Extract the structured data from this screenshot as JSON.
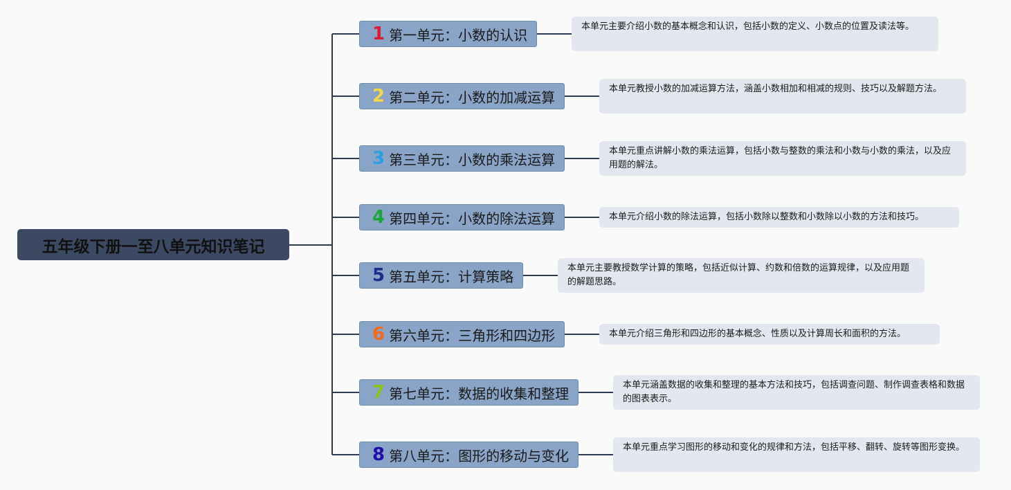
{
  "root": {
    "title": "五年级下册一至八单元知识笔记"
  },
  "colors": {
    "root_bg": "#3b4a62",
    "unit_bg": "#89a4c7",
    "desc_bg": "#e3e8f0",
    "connector": "#2e3a50"
  },
  "units": [
    {
      "number": "1",
      "number_color": "#d81e3a",
      "title": "第一单元：小数的认识",
      "description": "本单元主要介绍小数的基本概念和认识，包括小数的定义、小数点的位置及读法等。"
    },
    {
      "number": "2",
      "number_color": "#f2d64b",
      "title": "第二单元：小数的加减运算",
      "description": "本单元教授小数的加减运算方法，涵盖小数相加和相减的规则、技巧以及解题方法。"
    },
    {
      "number": "3",
      "number_color": "#2a9fe0",
      "title": "第三单元：小数的乘法运算",
      "description": "本单元重点讲解小数的乘法运算，包括小数与整数的乘法和小数与小数的乘法，以及应用题的解法。"
    },
    {
      "number": "4",
      "number_color": "#1ea53a",
      "title": "第四单元：小数的除法运算",
      "description": "本单元介绍小数的除法运算，包括小数除以整数和小数除以小数的方法和技巧。"
    },
    {
      "number": "5",
      "number_color": "#1a2f8a",
      "title": "第五单元：计算策略",
      "description": "本单元主要教授数学计算的策略，包括近似计算、约数和倍数的运算规律，以及应用题的解题思路。"
    },
    {
      "number": "6",
      "number_color": "#f26a1b",
      "title": "第六单元：三角形和四边形",
      "description": "本单元介绍三角形和四边形的基本概念、性质以及计算周长和面积的方法。"
    },
    {
      "number": "7",
      "number_color": "#8cc21f",
      "title": "第七单元：数据的收集和整理",
      "description": "本单元涵盖数据的收集和整理的基本方法和技巧，包括调查问题、制作调查表格和数据的图表表示。"
    },
    {
      "number": "8",
      "number_color": "#1f0fa8",
      "title": "第八单元：图形的移动与变化",
      "description": "本单元重点学习图形的移动和变化的规律和方法，包括平移、翻转、旋转等图形变换。"
    }
  ]
}
